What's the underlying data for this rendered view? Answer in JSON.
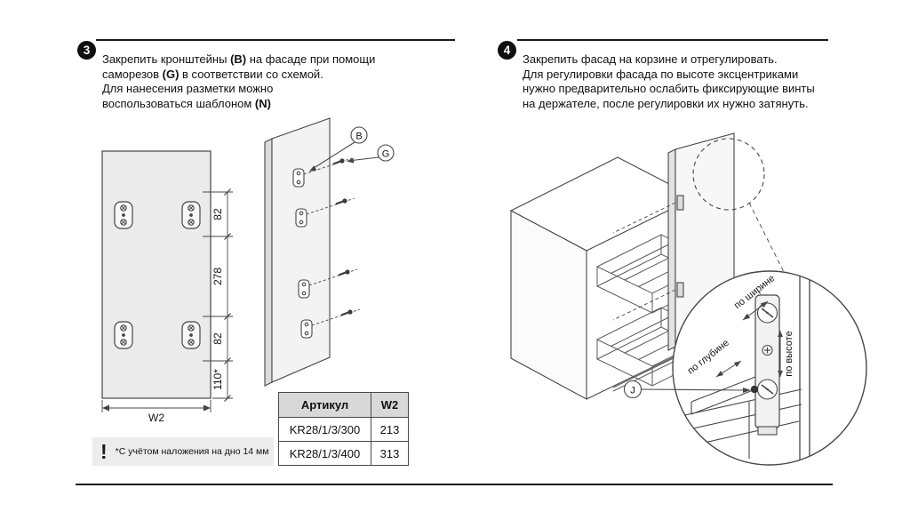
{
  "colors": {
    "ink": "#141414",
    "line": "#454545",
    "panel_fill": "#ebebeb",
    "table_header_bg": "#d8d8d8",
    "note_bg": "#ececec",
    "badge_bg": "#0f0f0f"
  },
  "step3": {
    "badge": "3",
    "line1_a": "Закрепить кронштейны ",
    "line1_b": "(B)",
    "line1_c": " на фасаде при помощи",
    "line2_a": "саморезов ",
    "line2_b": "(G)",
    "line2_c": " в соответствии со схемой.",
    "line3": "Для нанесения разметки можно",
    "line4_a": "воспользоваться шаблоном ",
    "line4_b": "(N)"
  },
  "step4": {
    "badge": "4",
    "line1": "Закрепить фасад на корзине и отрегулировать.",
    "line2": "Для регулировки фасада по высоте эксцентриками",
    "line3": "нужно предварительно ослабить фиксирующие винты",
    "line4": "на держателе, после регулировки их нужно затянуть."
  },
  "front_view": {
    "dim_top": "82",
    "dim_middle": "278",
    "dim_bottom": "82",
    "dim_offset": "110*",
    "dim_width": "W2"
  },
  "side_view": {
    "label_b": "B",
    "label_g": "G"
  },
  "table": {
    "header_article": "Артикул",
    "header_w2": "W2",
    "rows": [
      {
        "article": "KR28/1/3/300",
        "w2": "213"
      },
      {
        "article": "KR28/1/3/400",
        "w2": "313"
      }
    ]
  },
  "note": {
    "mark": "!",
    "text": "*С учётом наложения на дно 14 мм"
  },
  "detail": {
    "label_j": "J",
    "width_label": "по ширине",
    "height_label": "по высоте",
    "depth_label": "по глубине"
  }
}
